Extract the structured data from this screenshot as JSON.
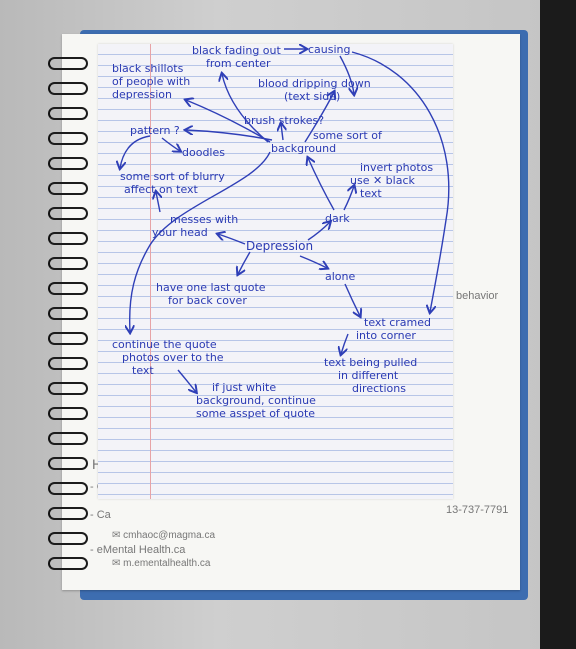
{
  "mindmap": {
    "center": "Depression",
    "background": "background",
    "pattern": "pattern ?",
    "doodles": "doodles",
    "black_silhouettes": [
      "black shillots",
      "of people with",
      "depression"
    ],
    "black_fading": [
      "black fading out",
      "from center"
    ],
    "causing": "causing",
    "blood_dripping": [
      "blood dripping down",
      "(text side)"
    ],
    "brush_strokes": "brush strokes?",
    "some_sort_of": "some sort of",
    "invert_photos": [
      "invert photos",
      "use ✕ black",
      "text"
    ],
    "blurry": [
      "some sort of blurry",
      "affect on text"
    ],
    "messes": [
      "messes with",
      "your head"
    ],
    "dark": "dark",
    "alone": "alone",
    "last_quote": [
      "have one last quote",
      "for back cover"
    ],
    "text_crammed": [
      "text cramed",
      "into corner"
    ],
    "continue_quote": [
      "continue the quote",
      "photos over to the",
      "text"
    ],
    "pulled": [
      "text being pulled",
      "in different",
      "directions"
    ],
    "white_background": [
      "if just white",
      "background, continue",
      "some asspet of quote"
    ]
  },
  "underlying": {
    "behavior": "behavior",
    "phone": "13-737-7791",
    "he": "He",
    "ca1": "- Ca",
    "ca2": "- Ca",
    "email": "✉ cmhaoc@magma.ca",
    "emh": "- eMental Health.ca",
    "emh_site": "✉ m.ementalhealth.ca"
  }
}
